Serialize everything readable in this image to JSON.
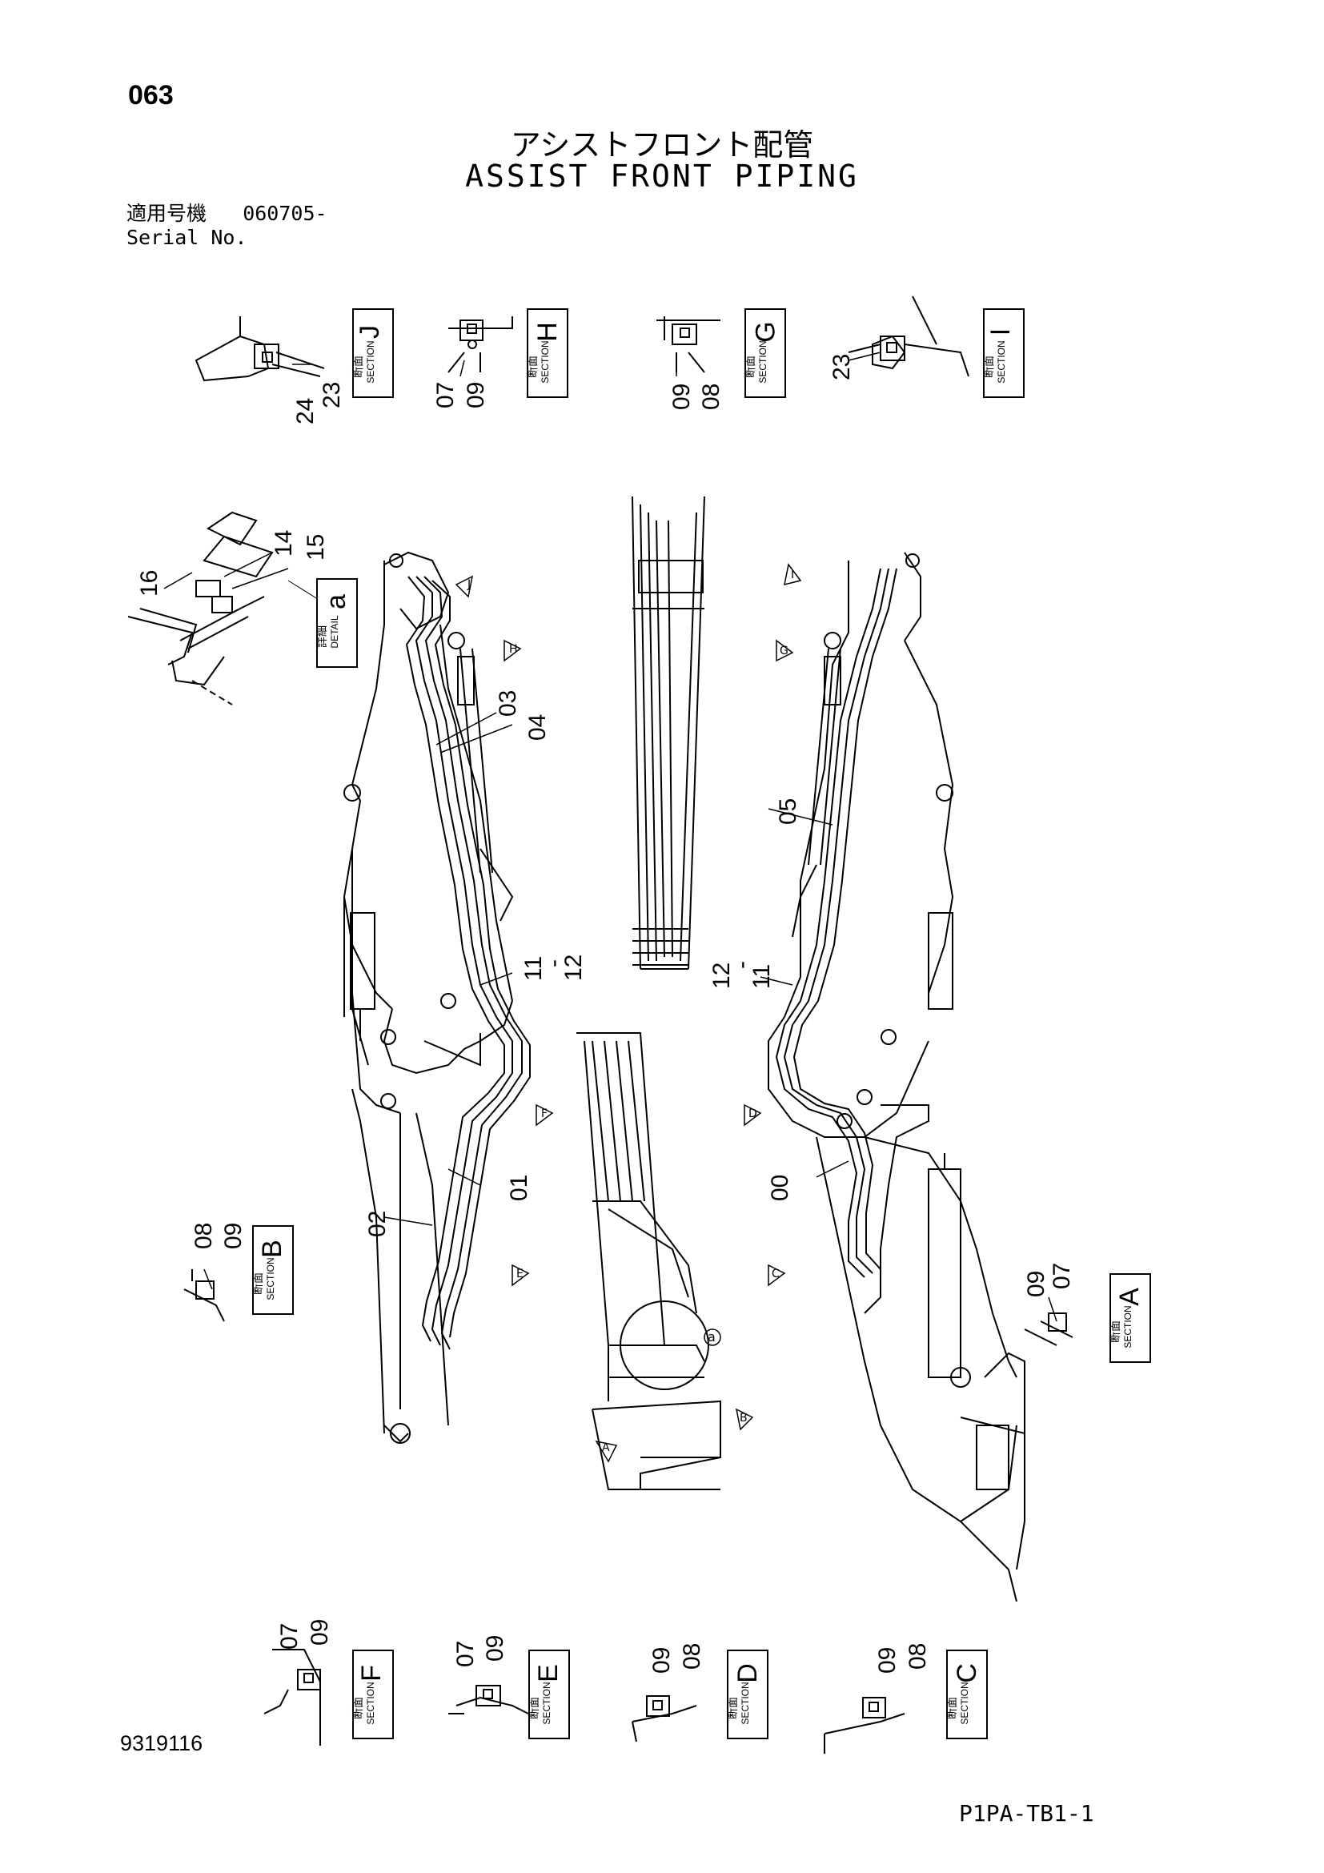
{
  "header": {
    "page_number": "063",
    "title_jp": "アシストフロント配管",
    "title_en": "ASSIST FRONT PIPING",
    "serial_label_jp": "適用号機",
    "serial_value": "060705-",
    "serial_label_en": "Serial No."
  },
  "footer": {
    "document_number": "9319116",
    "sheet_code": "P1PA-TB1-1"
  },
  "section_labels": [
    {
      "id": "J",
      "kanji": "断面",
      "word": "SECTION"
    },
    {
      "id": "H",
      "kanji": "断面",
      "word": "SECTION"
    },
    {
      "id": "G",
      "kanji": "断面",
      "word": "SECTION"
    },
    {
      "id": "I",
      "kanji": "断面",
      "word": "SECTION"
    },
    {
      "id": "B",
      "kanji": "断面",
      "word": "SECTION"
    },
    {
      "id": "A",
      "kanji": "断面",
      "word": "SECTION"
    },
    {
      "id": "F",
      "kanji": "断面",
      "word": "SECTION"
    },
    {
      "id": "E",
      "kanji": "断面",
      "word": "SECTION"
    },
    {
      "id": "D",
      "kanji": "断面",
      "word": "SECTION"
    },
    {
      "id": "C",
      "kanji": "断面",
      "word": "SECTION"
    }
  ],
  "detail_label": {
    "id": "a",
    "kanji": "詳細",
    "word": "DETAIL"
  },
  "part_callouts": {
    "section_J": [
      "23",
      "24"
    ],
    "section_H": [
      "07",
      "09"
    ],
    "section_G": [
      "09",
      "08"
    ],
    "section_I": [
      "23"
    ],
    "section_B": [
      "08",
      "09"
    ],
    "section_A": [
      "09",
      "07"
    ],
    "section_F": [
      "07",
      "09"
    ],
    "section_E": [
      "07",
      "09"
    ],
    "section_D": [
      "09",
      "08"
    ],
    "section_C": [
      "09",
      "08"
    ],
    "detail_a": [
      "14",
      "15",
      "16"
    ],
    "left_assembly": [
      "03",
      "04",
      "11",
      "-",
      "12",
      "02",
      "01"
    ],
    "right_assembly": [
      "05",
      "12",
      "-",
      "11",
      "00"
    ]
  },
  "view_markers": [
    "J",
    "H",
    "I",
    "G",
    "F",
    "D",
    "E",
    "C",
    "A",
    "B",
    "a"
  ]
}
